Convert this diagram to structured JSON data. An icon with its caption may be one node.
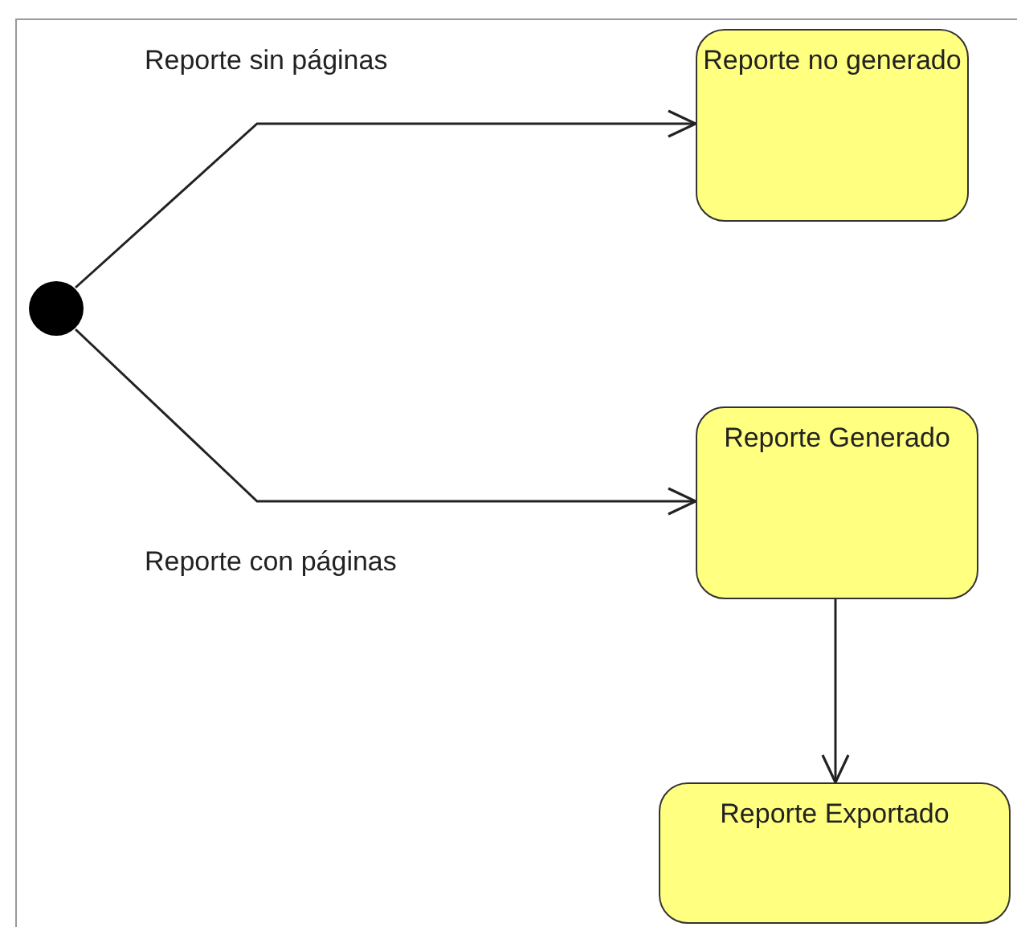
{
  "diagram": {
    "nodes": [
      {
        "text": [],
        "shape": "circle"
      },
      {
        "text": [
          "Reporte no generado"
        ]
      },
      {
        "text": [
          "Reporte Generado"
        ]
      },
      {
        "text": [
          "Reporte Exportado"
        ]
      }
    ],
    "edges": [
      {
        "from": 0,
        "to": 1,
        "arrow": "to",
        "label": "Reporte sin páginas"
      },
      {
        "from": 0,
        "to": 2,
        "arrow": "to",
        "label": "Reporte con páginas"
      },
      {
        "from": 2,
        "to": 3,
        "arrow": "to"
      }
    ]
  }
}
